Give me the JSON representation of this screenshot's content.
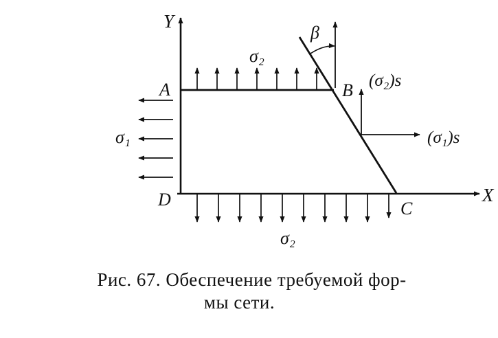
{
  "figure": {
    "labels": {
      "y_axis": "Y",
      "x_axis": "X",
      "point_a": "A",
      "point_b": "B",
      "point_c": "C",
      "point_d": "D",
      "beta": "β",
      "sigma2_top": "σ₂",
      "sigma2_bottom": "σ₂",
      "sigma1_left": "σ₁",
      "sigma2_s": "(σ₂)s",
      "sigma1_s": "(σ₁)s"
    }
  },
  "caption": {
    "line1": "Рис. 67. Обеспечение требуемой фор-",
    "line2": "мы сети."
  }
}
